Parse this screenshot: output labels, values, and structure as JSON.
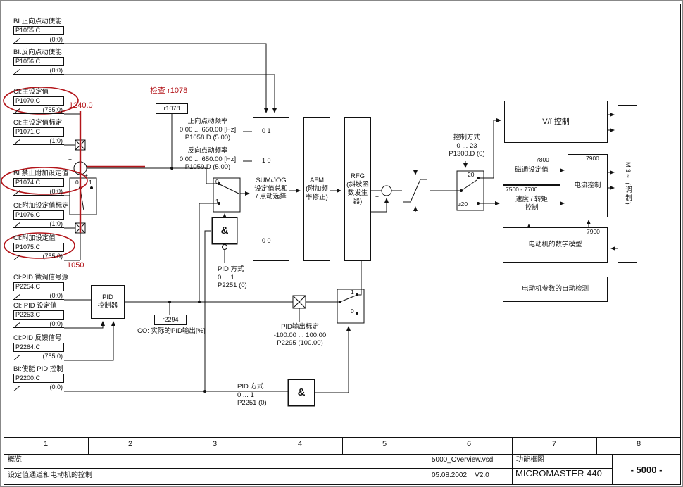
{
  "colors": {
    "ink": "#111111",
    "red": "#b3151a"
  },
  "inputs": [
    {
      "label": "BI:正向点动使能",
      "param": "P1055.C",
      "value": "(0:0)"
    },
    {
      "label": "BI:反向点动使能",
      "param": "P1056.C",
      "value": "(0:0)"
    },
    {
      "label": "CI:主设定值",
      "param": "P1070.C",
      "value": "(755:0)"
    },
    {
      "label": "CI:主设定值标定",
      "param": "P1071.C",
      "value": "(1:0)"
    },
    {
      "label": "BI:禁止附加设定值",
      "param": "P1074.C",
      "value": "(0:0)"
    },
    {
      "label": "CI:附加设定值标定",
      "param": "P1076.C",
      "value": "(1:0)"
    },
    {
      "label": "CI:附加设定值",
      "param": "P1075.C",
      "value": "(755:0)"
    },
    {
      "label": "CI:PID 微调信号源",
      "param": "P2254.C",
      "value": "(0:0)"
    },
    {
      "label": "CI: PID 设定值",
      "param": "P2253.C",
      "value": "(0:0)"
    },
    {
      "label": "CI:PID 反馈信号",
      "param": "P2264.C",
      "value": "(755:0)"
    },
    {
      "label": "BI:使能 PID 控制",
      "param": "P2200.C",
      "value": "(0:0)"
    }
  ],
  "red_notes": {
    "check": "检查 r1078",
    "v1240": "1240.0",
    "v1050": "1050"
  },
  "taps": {
    "r1078": "r1078",
    "r2294": "r2294",
    "r2294_caption": "CO: 实际的PID输出[%]"
  },
  "jog": {
    "fwd": "正向点动频率\n0.00 ... 650.00  [Hz]\nP1058.D (5.00)",
    "rev": "反向点动频率\n0.00 ... 650.00  [Hz]\nP1059.D (5.00)"
  },
  "sumjog": {
    "title": "SUM/JOG\n设定值总和\n/ 点动选择",
    "code1": "0  1",
    "code2": "1  0",
    "code3": "0  0"
  },
  "afm": "AFM\n(附加频\n率修正)",
  "rfg": "RFG\n(斜坡函\n数发生\n器)",
  "pid": {
    "controller": "PID\n控制器",
    "mode": "PID 方式\n0 ... 1\nP2251 (0)",
    "scale": "PID输出标定\n-100.00 ... 100.00\nP2295 (100.00)"
  },
  "ctrl_mode": "控制方式\n0 ... 23\nP1300.D (0)",
  "switches": {
    "zero": "0",
    "one": "1",
    "twenty": "20",
    "ge20": "≥20"
  },
  "symbols": {
    "and": "&",
    "plus": "+"
  },
  "right": {
    "vf": "V/f 控制",
    "flux_num": "7800",
    "flux": "磁通设定值",
    "st_num": "7500 - 7700",
    "st": "速度 / 转矩\n控制",
    "cur_num": "7900",
    "cur": "电流控制",
    "model_num": "7900",
    "model": "电动机的数学模型",
    "ident": "电动机参数的自动检测",
    "mod": "M3~ (调制)"
  },
  "titleblock": {
    "cols": [
      "1",
      "2",
      "3",
      "4",
      "5",
      "6",
      "7",
      "8"
    ],
    "overview": "概览",
    "subtitle": "设定值通道和电动机的控制",
    "file": "5000_Overview.vsd",
    "date": "05.08.2002    V2.0",
    "doc_type": "功能框图",
    "product": "MICROMASTER 440",
    "page": "- 5000 -"
  }
}
